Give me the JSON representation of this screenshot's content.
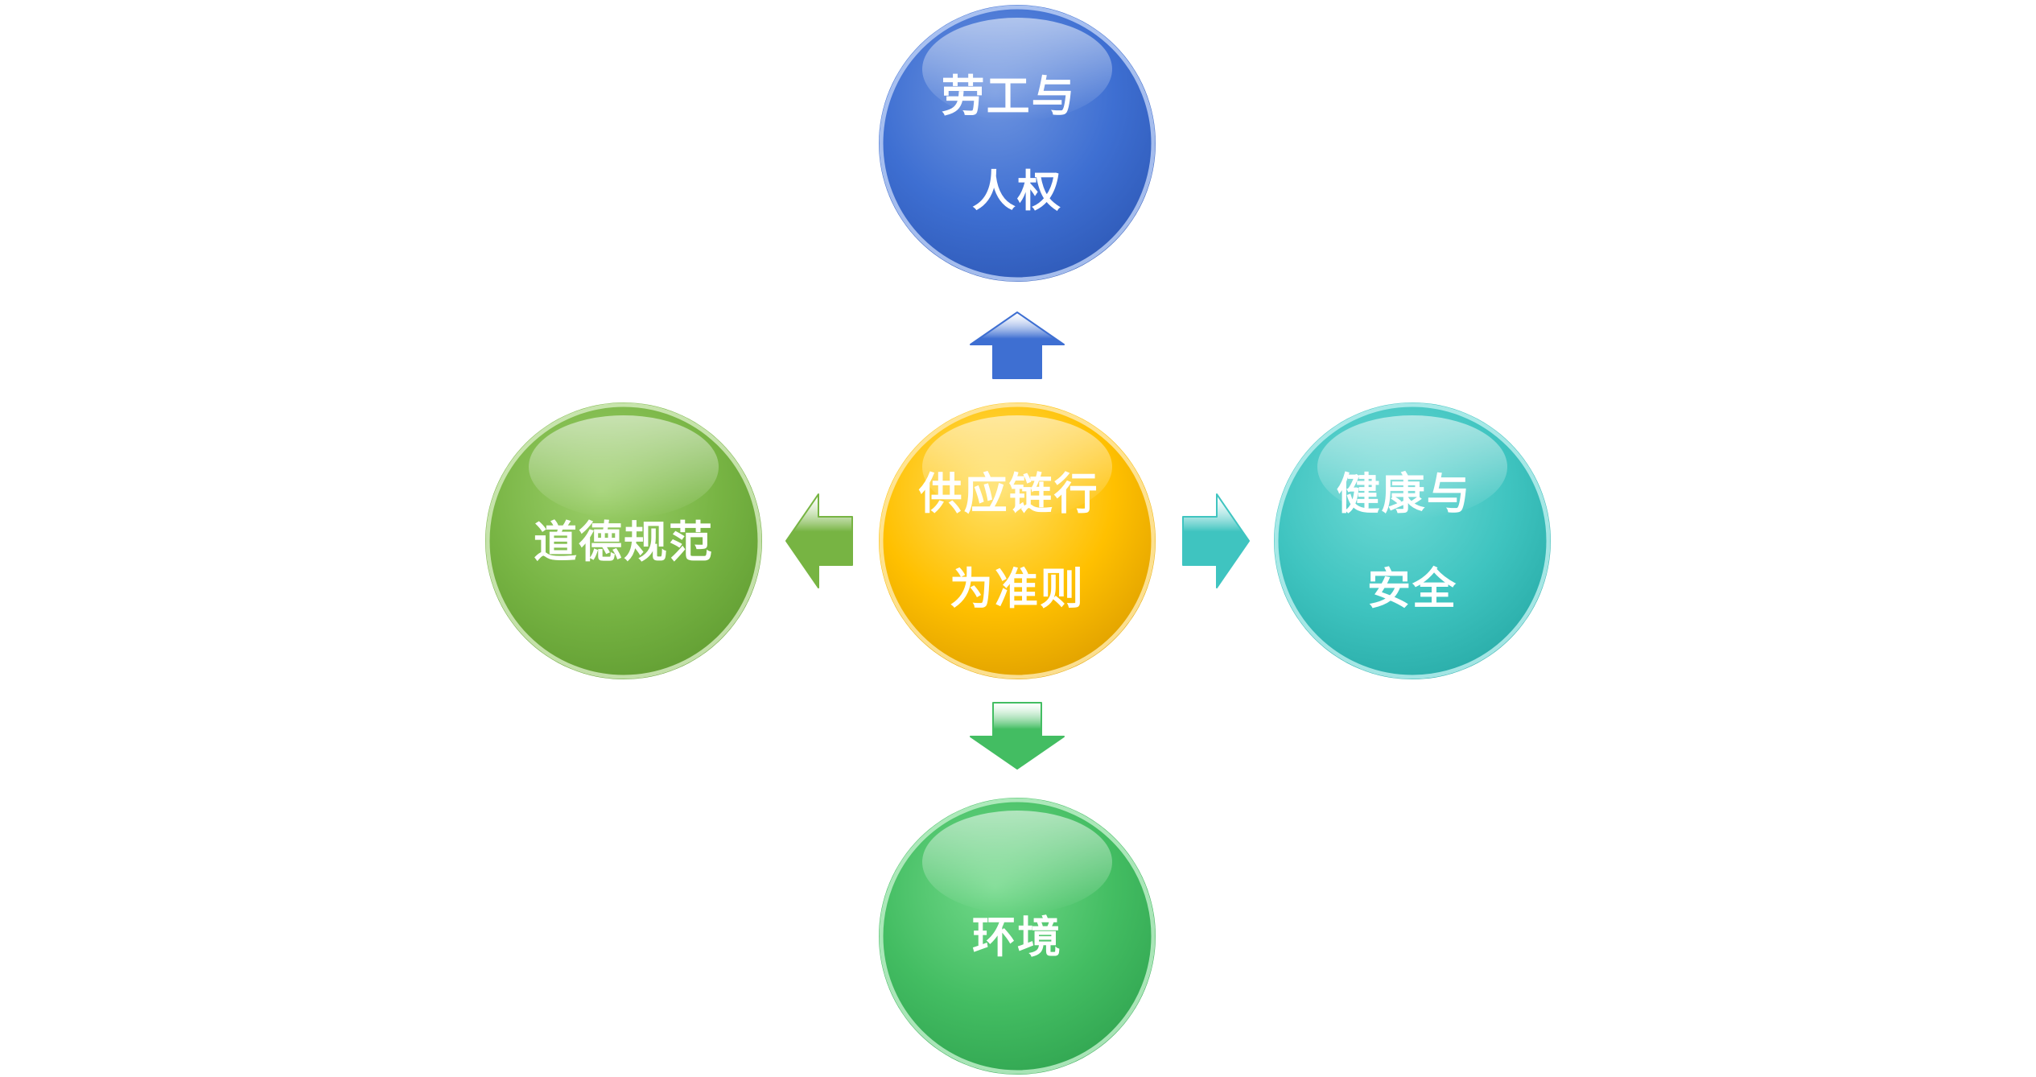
{
  "center": {
    "lines": [
      "供应链行",
      "为准则"
    ],
    "colors": {
      "light": "#ffe066",
      "main": "#ffc000",
      "dark": "#d99a00",
      "rim": "#ffe9a8"
    }
  },
  "nodes": {
    "top": {
      "lines": [
        "劳工与",
        "人权"
      ],
      "colors": {
        "light": "#6f95e0",
        "main": "#3e6fd2",
        "dark": "#2c56b3",
        "rim": "#b9cdf5"
      }
    },
    "right": {
      "lines": [
        "健康与",
        "安全"
      ],
      "colors": {
        "light": "#6fdad6",
        "main": "#3fc4c0",
        "dark": "#25a8a4",
        "rim": "#b9efed"
      }
    },
    "bottom": {
      "lines": [
        "环境"
      ],
      "colors": {
        "light": "#72d98a",
        "main": "#43bd62",
        "dark": "#2ea14e",
        "rim": "#bdeec8"
      }
    },
    "left": {
      "lines": [
        "道德规范"
      ],
      "colors": {
        "light": "#9ccf6a",
        "main": "#77b443",
        "dark": "#5e9a30",
        "rim": "#d3ebbd"
      }
    }
  },
  "arrows": {
    "top": {
      "icon": "arrow-up-icon",
      "color": "#3e6fd2"
    },
    "right": {
      "icon": "arrow-right-icon",
      "color": "#3fc4c0"
    },
    "bottom": {
      "icon": "arrow-down-icon",
      "color": "#43bd62"
    },
    "left": {
      "icon": "arrow-left-icon",
      "color": "#77b443"
    }
  }
}
